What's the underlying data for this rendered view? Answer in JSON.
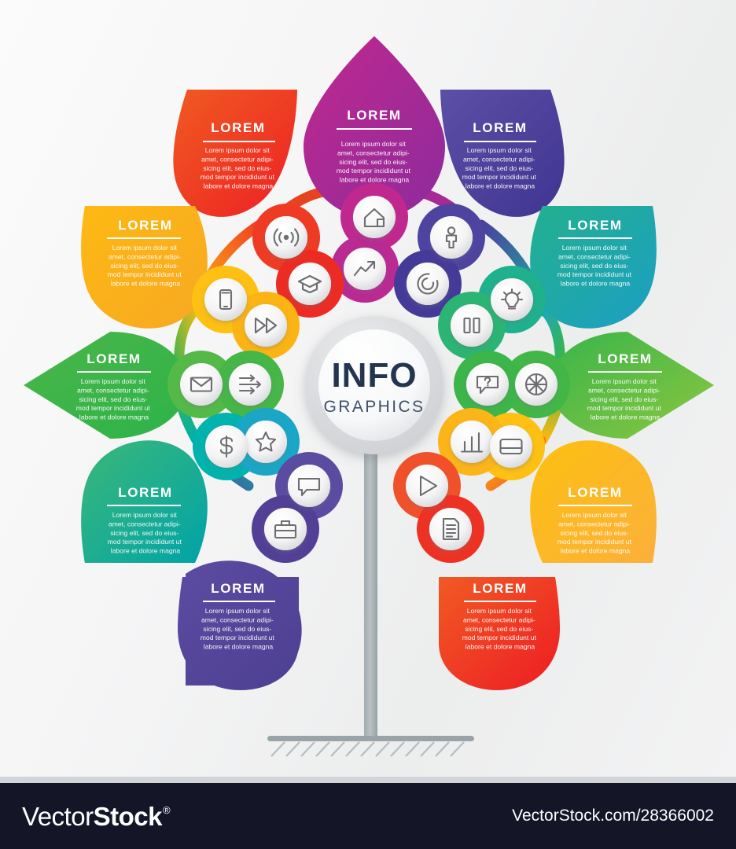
{
  "center": {
    "title_line1": "INFO",
    "title_line2": "GRAPHICS"
  },
  "common": {
    "petal_title": "LOREM",
    "petal_body_line1": "Lorem ipsum dolor sit",
    "petal_body_line2": "amet, consectetur adipi-",
    "petal_body_line3": "sicing elit, sed do eius-",
    "petal_body_line4": "mod tempor incididunt ut",
    "petal_body_line5": "labore et dolore magna"
  },
  "branches": [
    {
      "id": "top",
      "title": "LOREM",
      "color": "#c0288f",
      "color2": "#9b2a96",
      "icons": [
        "home-icon",
        "growth-arrow-icon"
      ]
    },
    {
      "id": "upper-left",
      "title": "LOREM",
      "color": "#ef4123",
      "color2": "#e8551f",
      "icons": [
        "wifi-signal-icon",
        "graduation-cap-icon"
      ]
    },
    {
      "id": "left",
      "title": "LOREM",
      "color": "#fdb913",
      "color2": "#f9a825",
      "icons": [
        "smartphone-icon",
        "fast-forward-icon"
      ]
    },
    {
      "id": "mid-left",
      "title": "LOREM",
      "color": "#4cb648",
      "color2": "#39b54a",
      "icons": [
        "envelope-icon",
        "arrows-distribute-icon"
      ]
    },
    {
      "id": "lower-left",
      "title": "LOREM",
      "color": "#00b0a6",
      "color2": "#29a3ce",
      "icons": [
        "dollar-icon",
        "star-icon"
      ]
    },
    {
      "id": "bottom-left",
      "title": "LOREM",
      "color": "#59479f",
      "color2": "#5b4ba1",
      "icons": [
        "speech-bubble-icon",
        "briefcase-icon"
      ]
    },
    {
      "id": "upper-right",
      "title": "LOREM",
      "color": "#4a3f9e",
      "color2": "#5c51a6",
      "icons": [
        "person-icon",
        "refresh-circle-icon"
      ]
    },
    {
      "id": "right",
      "title": "LOREM",
      "color": "#1bb0a0",
      "color2": "#1aa8bd",
      "icons": [
        "pause-icon",
        "lightbulb-icon"
      ]
    },
    {
      "id": "mid-right",
      "title": "LOREM",
      "color": "#39b54a",
      "color2": "#8cc63f",
      "icons": [
        "question-bubble-icon",
        "globe-icon"
      ]
    },
    {
      "id": "lower-right",
      "title": "LOREM",
      "color": "#fdb913",
      "color2": "#fbb040",
      "icons": [
        "bar-chart-icon",
        "credit-card-icon"
      ]
    },
    {
      "id": "bottom-right",
      "title": "LOREM",
      "color": "#f04e23",
      "color2": "#ee3124",
      "icons": [
        "play-icon",
        "document-icon"
      ]
    }
  ],
  "watermark": {
    "logo_part1": "Vector",
    "logo_part2": "Stock",
    "logo_reg": "®",
    "url": "VectorStock.com/28366002"
  }
}
